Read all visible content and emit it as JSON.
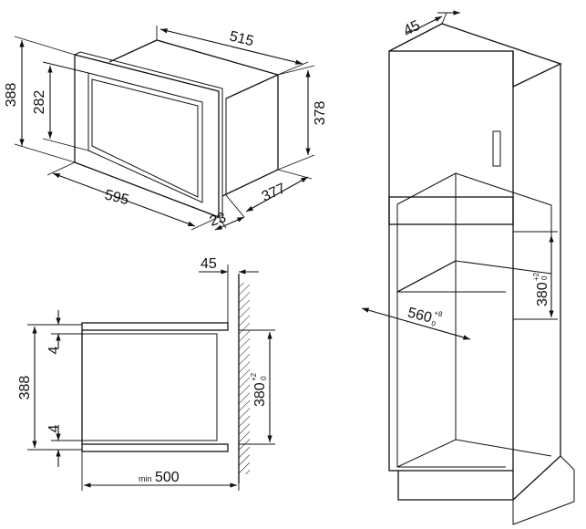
{
  "microwave_view": {
    "width_label": "515",
    "outer_height_label": "388",
    "inner_height_label": "282",
    "depth_height_label": "378",
    "frame_width_label": "595",
    "front_thickness_label": "23",
    "depth_label": "377"
  },
  "cabinet_view": {
    "top_offset_label": "45",
    "niche_height_label": "380",
    "niche_height_tolerance_upper": "+2",
    "niche_height_tolerance_lower": "0",
    "niche_width_label": "560",
    "niche_width_tolerance_upper": "+8",
    "niche_width_tolerance_lower": "0"
  },
  "section_view": {
    "wall_offset_label": "45",
    "top_gap_label": "4",
    "bottom_gap_label": "4",
    "outer_height_label": "388",
    "niche_height_label": "380",
    "niche_height_tolerance_upper": "+2",
    "niche_height_tolerance_lower": "0",
    "min_prefix": "min",
    "min_depth_label": "500"
  },
  "colors": {
    "line": "#111111",
    "background": "#ffffff"
  }
}
